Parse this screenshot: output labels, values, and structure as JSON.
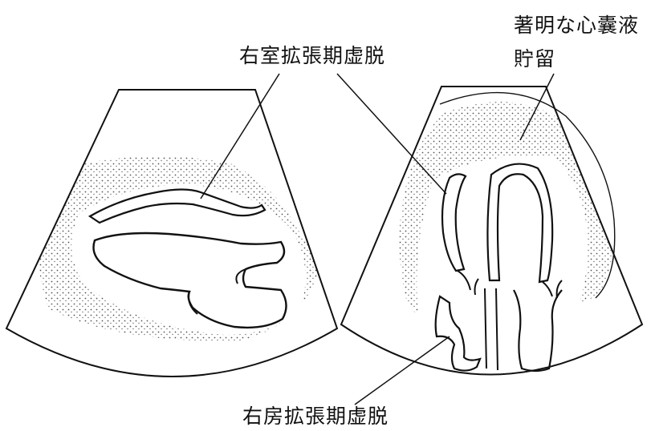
{
  "labels": {
    "rv_collapse": "右室拡張期虚脱",
    "effusion_line1": "著明な心囊液",
    "effusion_line2": "貯留",
    "ra_collapse": "右房拡張期虚脱"
  },
  "colors": {
    "stroke": "#111111",
    "background": "#ffffff",
    "effusion_stipple": "#555555"
  }
}
